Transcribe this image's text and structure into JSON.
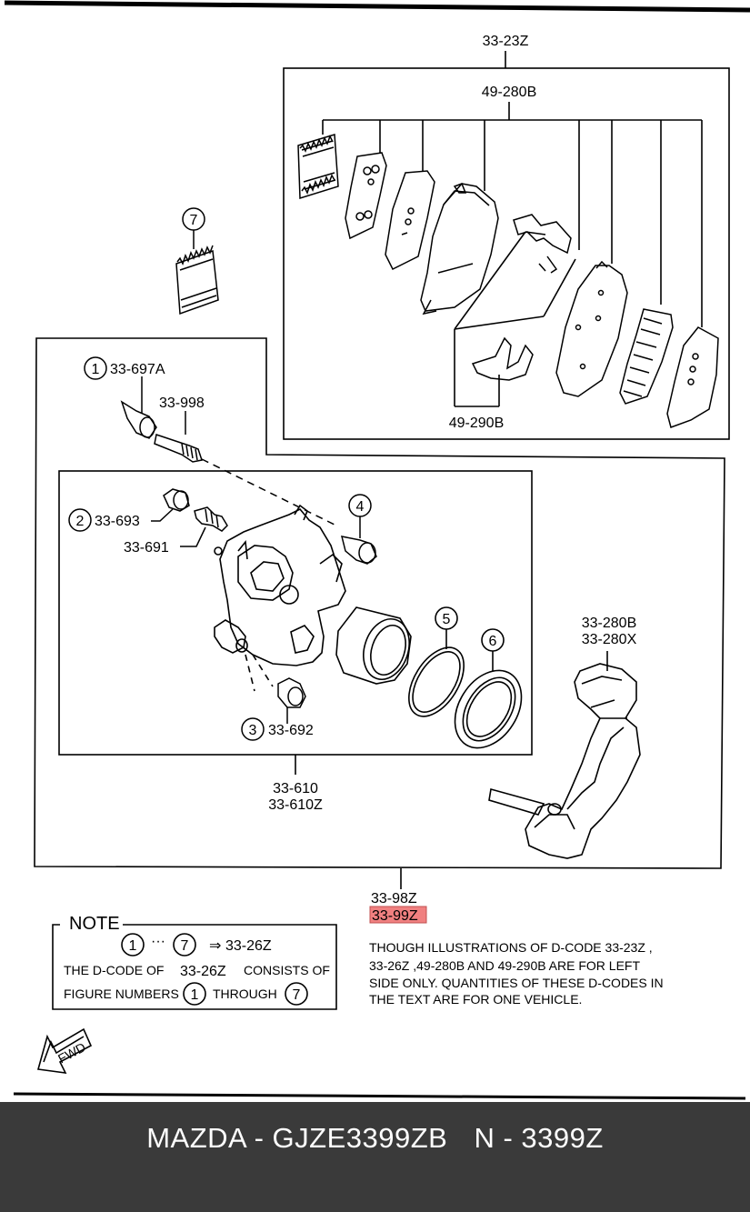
{
  "labels": {
    "kit_top": "33-23Z",
    "pad_set": "49-280B",
    "shim_set": "49-290B",
    "seal_kit_1": "33-697A",
    "bolt_998": "33-998",
    "seal_kit_2": "33-693",
    "nipple_691": "33-691",
    "seal_kit_3": "33-692",
    "caliper_1": "33-610",
    "caliper_2": "33-610Z",
    "bracket_1": "33-280B",
    "bracket_2": "33-280X",
    "assy_1": "33-98Z",
    "assy_2": "33-99Z",
    "fig1": "1",
    "fig2": "2",
    "fig3": "3",
    "fig4": "4",
    "fig5": "5",
    "fig6": "6",
    "fig7": "7"
  },
  "note": {
    "title": "NOTE",
    "range_start": "1",
    "range_end": "7",
    "range_sep": "···",
    "arrow": "⇒",
    "range_code": "33-26Z",
    "line1_a": "THE D-CODE OF",
    "line1_code": "33-26Z",
    "line1_b": "CONSISTS OF",
    "line2_a": "FIGURE NUMBERS",
    "line2_num1": "1",
    "line2_mid": "THROUGH",
    "line2_num2": "7"
  },
  "remark": {
    "line1": "THOUGH ILLUSTRATIONS OF D-CODE 33-23Z ,",
    "line2": "33-26Z  ,49-280B AND 49-290B ARE FOR LEFT",
    "line3": "SIDE ONLY. QUANTITIES OF THESE D-CODES IN",
    "line4": "THE TEXT ARE FOR ONE VEHICLE."
  },
  "fwd_label": "FWD",
  "footer": {
    "brand_part": "MAZDA - GJZE3399ZB",
    "ref": "N - 3399Z"
  },
  "colors": {
    "highlight": "#f08080",
    "footer_bg": "#3a3a3a",
    "footer_text": "#ffffff"
  }
}
